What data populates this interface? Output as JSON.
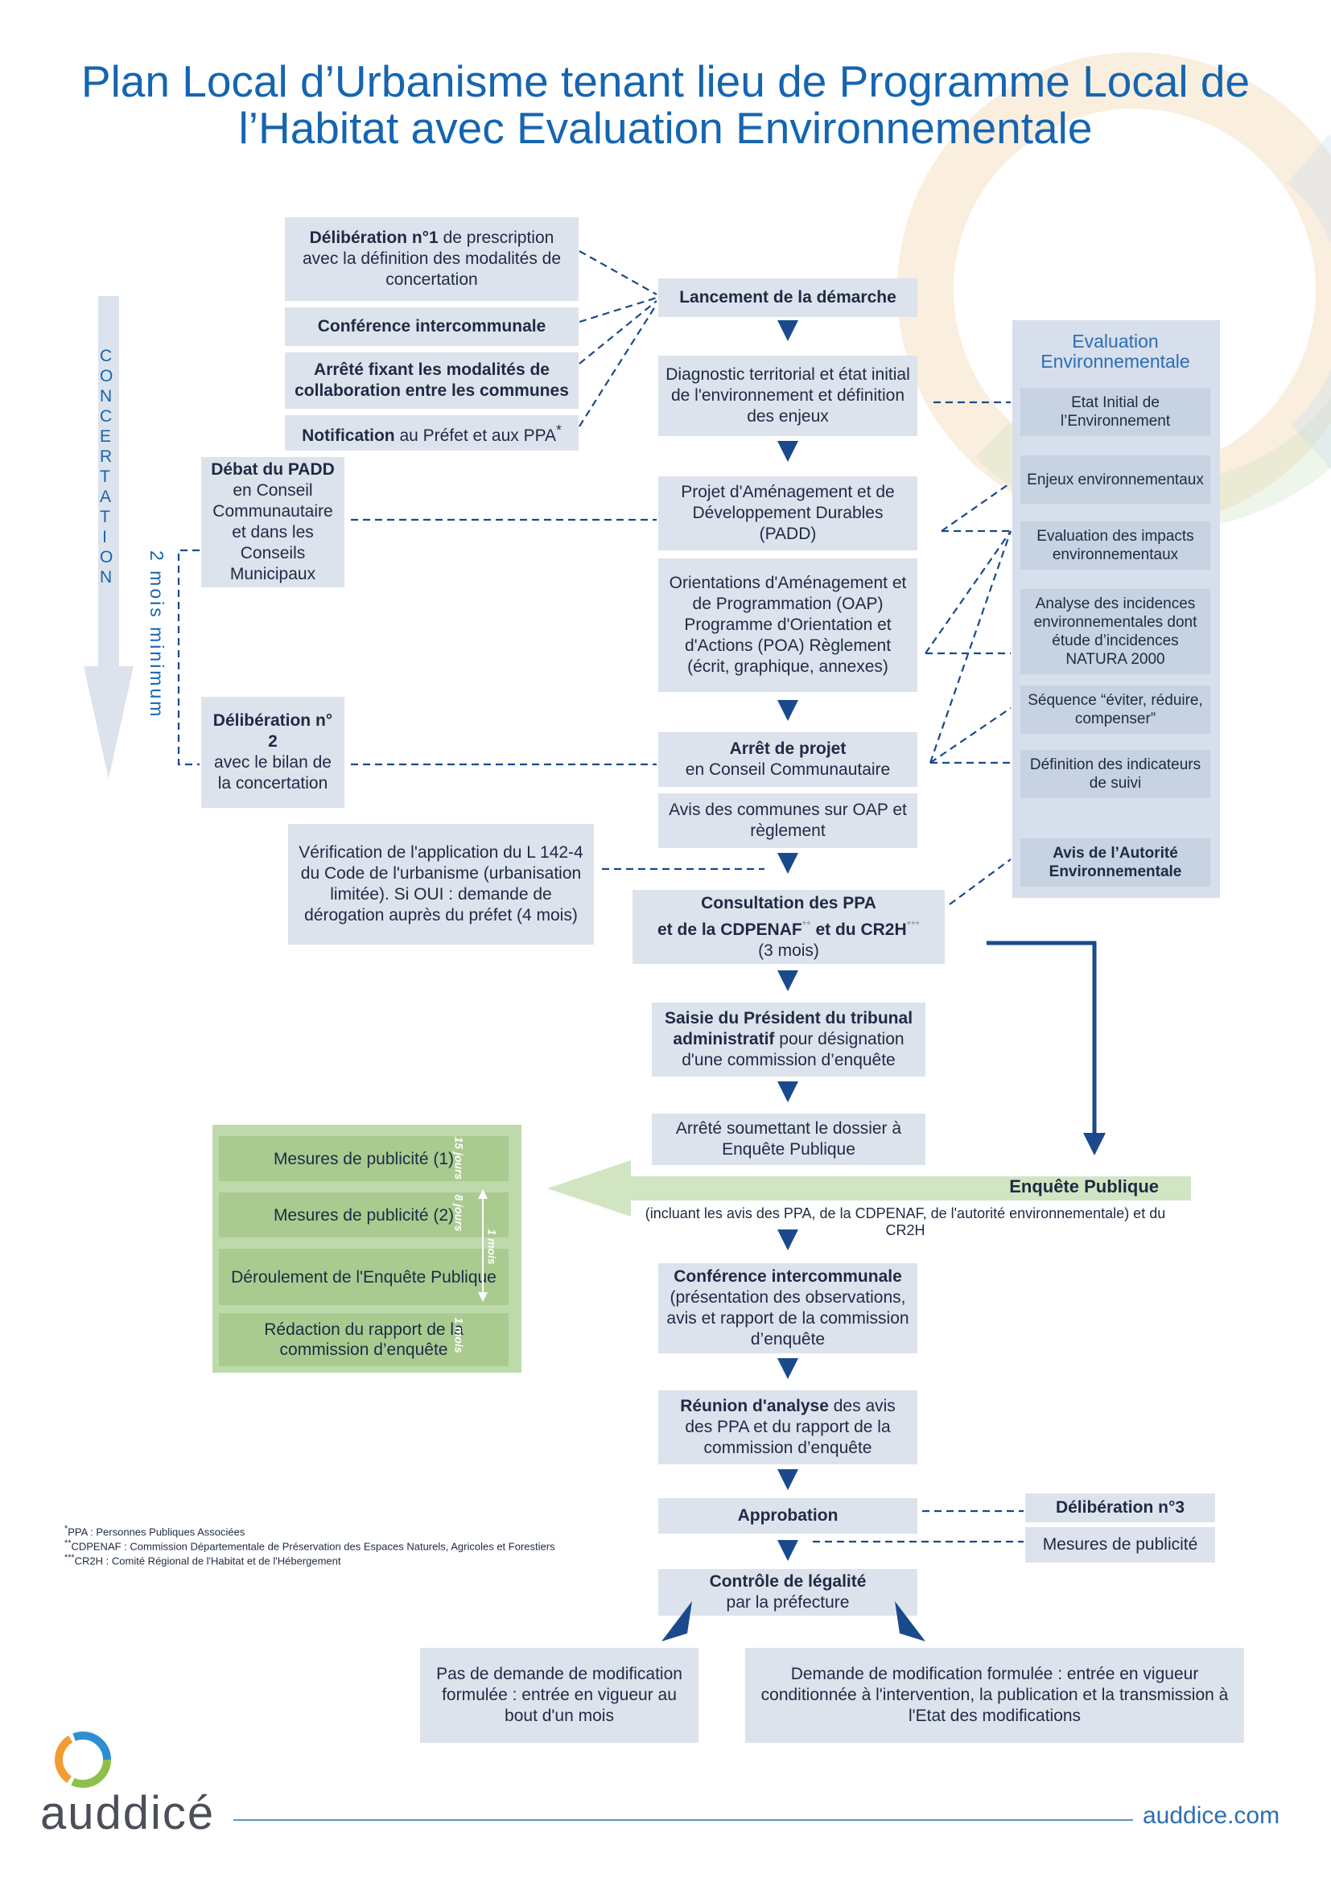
{
  "title": "Plan Local d’Urbanisme tenant lieu de Programme Local de l’Habitat avec Evaluation Environnementale",
  "left_col": {
    "delib1": {
      "bold": "Délibération n°1",
      "rest": "de prescription avec la définition des modalités de concertation"
    },
    "conference": "Conférence intercommunale",
    "arrete": "Arrêté fixant les modalités de collaboration entre les communes",
    "notification": {
      "bold": "Notification",
      "rest": "au Préfet et aux PPA",
      "mark": "*"
    },
    "debat": {
      "bold": "Débat du PADD",
      "rest": "en Conseil Communautaire et dans les Conseils Municipaux"
    },
    "delib2": {
      "bold": "Délibération n° 2",
      "rest": "avec le bilan de la concertation"
    },
    "verification": "Vérification de l'application du L 142-4 du Code de l'urbanisme (urbanisation limitée). Si OUI : demande de dérogation auprès du préfet (4 mois)"
  },
  "concertation_label": "CONCERTATION",
  "duration_label": "2 mois minimum",
  "main": {
    "lancement": "Lancement de la démarche",
    "diagnostic": "Diagnostic territorial et état initial de l'environnement et définition des enjeux",
    "padd": "Projet d'Aménagement et de Développement Durables (PADD)",
    "oap": "Orientations d'Aménagement et de Programmation (OAP) Programme d'Orientation et d'Actions (POA) Règlement (écrit, graphique, annexes)",
    "arret": {
      "bold": "Arrêt de projet",
      "rest": "en Conseil Communautaire"
    },
    "avis_communes": "Avis des communes sur OAP et règlement",
    "consultation": {
      "l1": "Consultation des PPA",
      "l2a": "et de la CDPENAF",
      "mark2": "**",
      "l2b": "et du CR2H",
      "mark3": "***",
      "l3": "(3 mois)"
    },
    "saisie": {
      "bold": "Saisie du Président du tribunal administratif",
      "rest": "pour désignation d'une commission d’enquête"
    },
    "arrete_ep": "Arrêté soumettant le dossier à Enquête Publique",
    "enquete": "Enquête Publique",
    "enquete_note": "(incluant les avis des PPA, de la CDPENAF, de l'autorité environnementale) et du CR2H",
    "conf2": {
      "bold": "Conférence intercommunale",
      "rest": "(présentation des observations, avis et rapport de la commission d’enquête"
    },
    "reunion": {
      "bold": "Réunion d'analyse",
      "rest": "des avis des PPA et du rapport de la commission d’enquête"
    },
    "approbation": "Approbation",
    "controle": {
      "bold": "Contrôle de légalité",
      "rest": "par la préfecture"
    },
    "outcome_left": "Pas de demande de modification formulée : entrée en vigueur au bout d'un mois",
    "outcome_right": "Demande de modification formulée : entrée en vigueur conditionnée à l'intervention, la publication et la transmission à l'Etat des modifications"
  },
  "right": {
    "delib3": "Délibération n°3",
    "mesures": "Mesures de publicité"
  },
  "env": {
    "title": "Evaluation Environnementale",
    "items": [
      "Etat Initial de l’Environnement",
      "Enjeux environnementaux",
      "Evaluation des impacts environnementaux",
      "Analyse des incidences environnementales dont étude d’incidences NATURA 2000",
      "Séquence “éviter, réduire, compenser”",
      "Définition des indicateurs de suivi",
      "Avis de l’Autorité Environnementale"
    ]
  },
  "publicite": {
    "items": [
      "Mesures de publicité (1)",
      "Mesures de publicité (2)",
      "Déroulement de l'Enquête Publique",
      "Rédaction du rapport de la commission d’enquête"
    ],
    "d1": "15 jours",
    "d2": "8 jours",
    "d3": "1 mois",
    "d4": "1 mois"
  },
  "footnotes": [
    "PPA : Personnes Publiques Associées",
    "CDPENAF : Commission Départementale de Préservation des Espaces Naturels, Agricoles et Forestiers",
    "CR2H : Comité Régional de l'Habitat et de l'Hébergement"
  ],
  "footnote_marks": [
    "*",
    "**",
    "***"
  ],
  "brand": {
    "logo": "auddicé",
    "url": "auddice.com"
  },
  "colors": {
    "title": "#1565b0",
    "box": "#dde3ec",
    "arrow": "#1a4a8c",
    "green": "#bed9ab",
    "env_title": "#2e6db4"
  }
}
